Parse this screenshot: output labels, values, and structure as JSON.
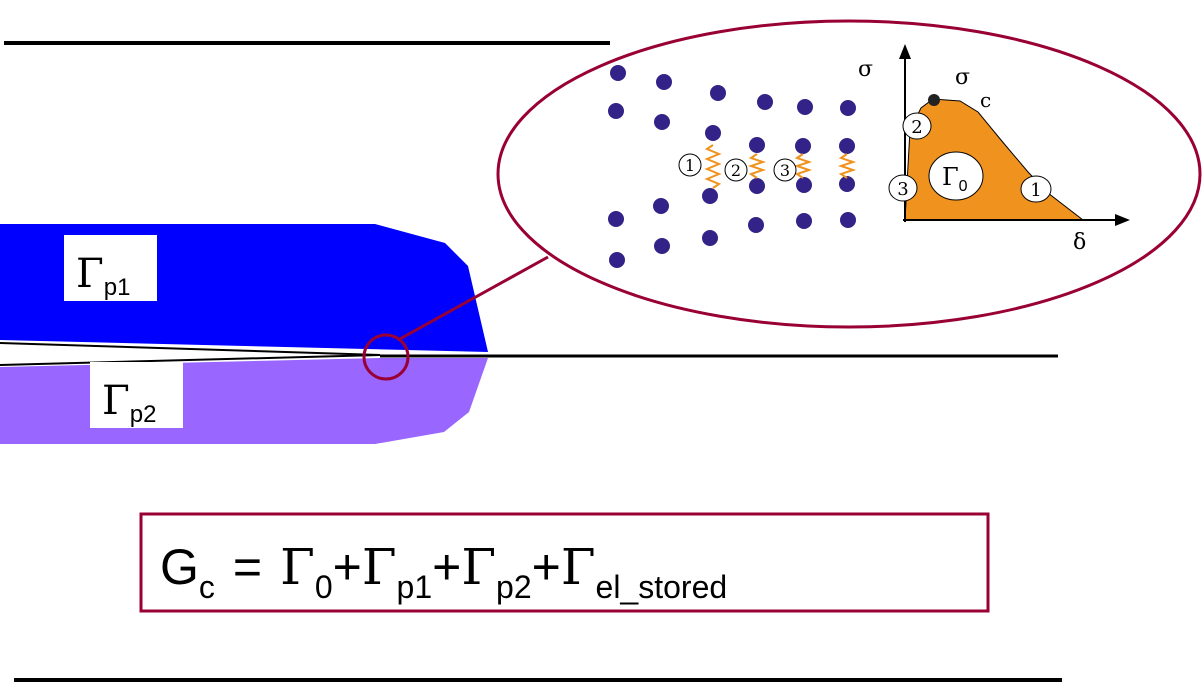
{
  "colors": {
    "line": "#000000",
    "upper_zone": "#0000ff",
    "lower_zone": "#9966ff",
    "ellipse": "#990033",
    "atom": "#332288",
    "spring": "#f0921e",
    "traction": "#f0921e"
  },
  "labels": {
    "gamma_p1": {
      "main": "Γ",
      "sub": "p1"
    },
    "gamma_p2": {
      "main": "Γ",
      "sub": "p2"
    },
    "gamma_0": {
      "main": "Γ",
      "sub": "0"
    },
    "sigma_axis": "σ",
    "sigma_c_main": "σ",
    "sigma_c_sub": "c",
    "delta_axis": "δ",
    "bond_labels": [
      "1",
      "2",
      "3"
    ],
    "curve_labels": [
      "2",
      "3",
      "1"
    ]
  },
  "equation": {
    "lhs_main": "G",
    "lhs_sub": "c",
    "equals": "=",
    "terms": [
      {
        "main": "Γ",
        "sub": "0"
      },
      {
        "main": "Γ",
        "sub": "p1"
      },
      {
        "main": "Γ",
        "sub": "p2"
      },
      {
        "main": "Γ",
        "sub": "el_stored"
      }
    ],
    "plus": "+"
  }
}
